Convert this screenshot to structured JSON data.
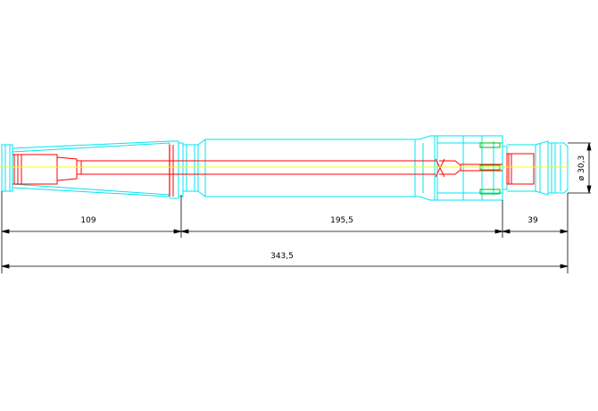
{
  "drawing": {
    "colors": {
      "outline": "#00e5f0",
      "red": "#ff0000",
      "axis": "#ffff00",
      "green": "#00c000",
      "dimension": "#000000"
    },
    "dimensions": {
      "d1": "109",
      "d2": "195,5",
      "d3": "39",
      "total": "343,5",
      "diameter": "ø 30,3"
    }
  }
}
